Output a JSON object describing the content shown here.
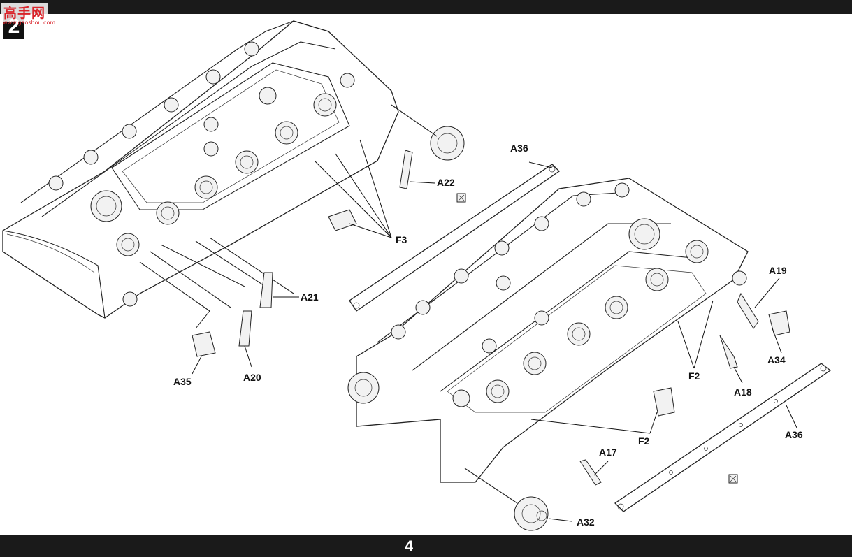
{
  "page": {
    "step_number": "2",
    "page_number": "4",
    "watermark_text": "高手网",
    "watermark_url": "www.gaoshou.com"
  },
  "parts": {
    "left": [
      "A22",
      "F3",
      "A21",
      "A35",
      "A20"
    ],
    "right": [
      "A36",
      "A36",
      "A19",
      "A34",
      "F2",
      "A18",
      "F2",
      "A17",
      "A32"
    ]
  },
  "labels": {
    "a22": "A22",
    "f3": "F3",
    "a21": "A21",
    "a35": "A35",
    "a20": "A20",
    "a36_top": "A36",
    "a19": "A19",
    "a34": "A34",
    "f2_right": "F2",
    "a18": "A18",
    "f2_center": "F2",
    "a17": "A17",
    "a32": "A32",
    "a36_right": "A36"
  },
  "colors": {
    "ink": "#111111",
    "band": "#1a1a1a",
    "watermark": "#d9232a"
  }
}
